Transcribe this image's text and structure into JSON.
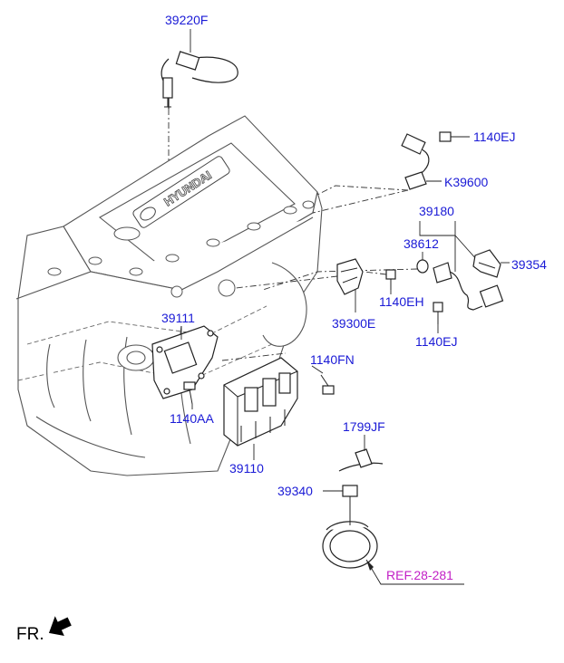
{
  "labels": {
    "part_39220F": "39220F",
    "part_1140EJ_top": "1140EJ",
    "part_K39600": "K39600",
    "part_39180": "39180",
    "part_38612": "38612",
    "part_39354": "39354",
    "part_1140EH": "1140EH",
    "part_39300E": "39300E",
    "part_1140EJ_bottom": "1140EJ",
    "part_39111": "39111",
    "part_1140FN": "1140FN",
    "part_1140AA": "1140AA",
    "part_39110": "39110",
    "part_1799JF": "1799JF",
    "part_39340": "39340",
    "ref": "REF.28-281",
    "front": "FR."
  },
  "engine_logo": "HYUNDAI",
  "colors": {
    "label": "#1a1ad6",
    "reference": "#c21fc6",
    "linework": "#222222"
  }
}
